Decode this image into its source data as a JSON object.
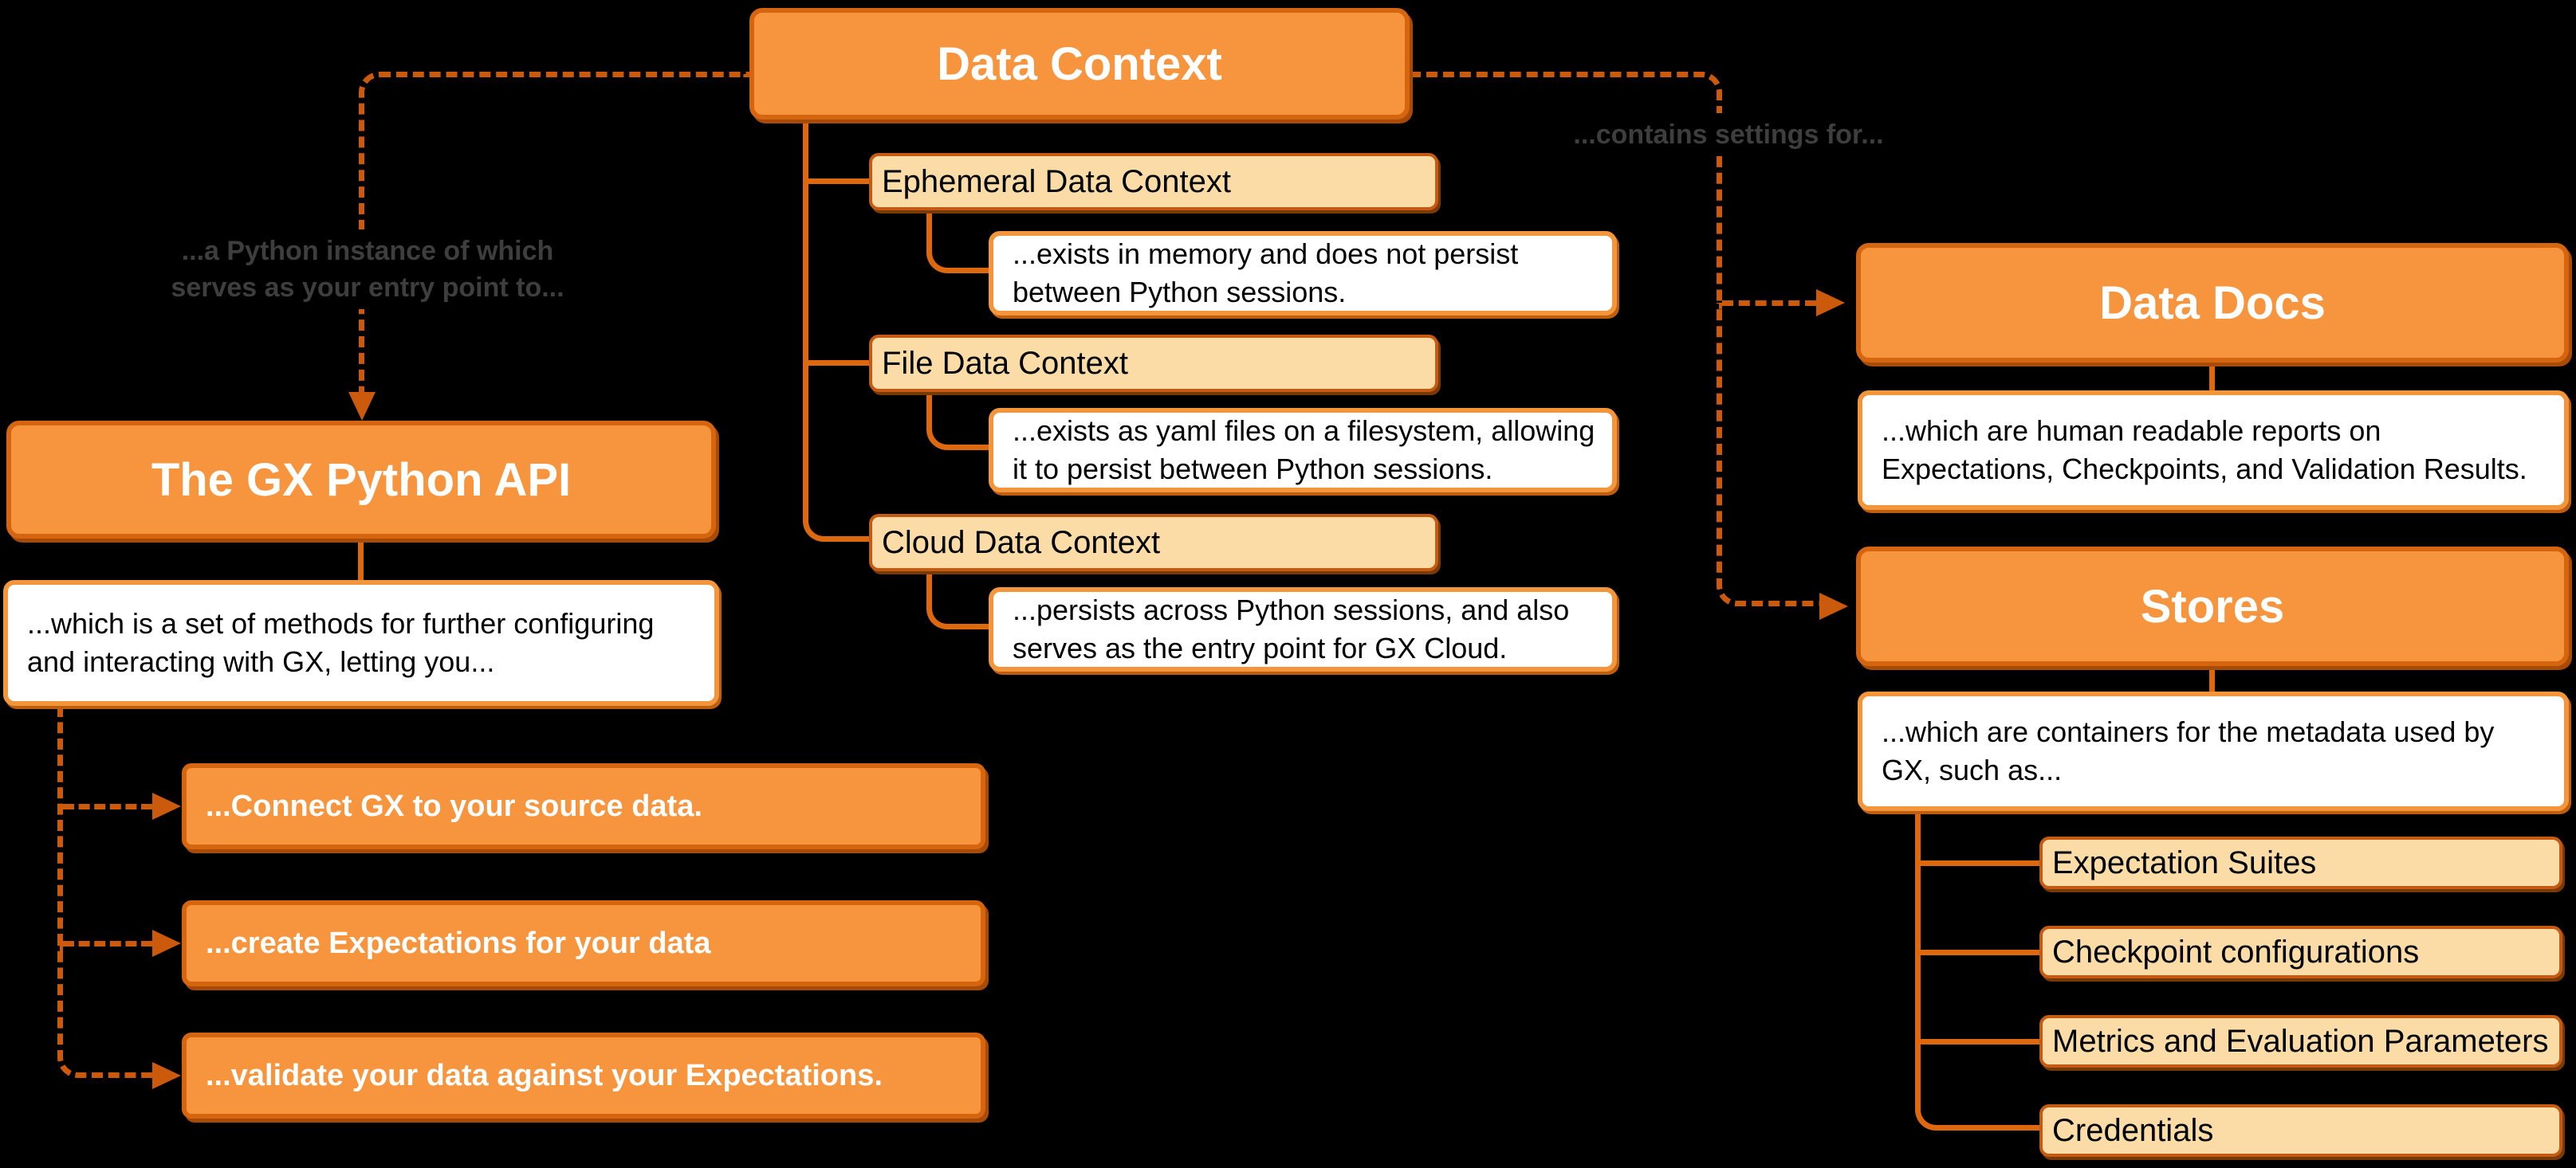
{
  "diagram": {
    "colors": {
      "background": "#000000",
      "node_fill": "#F7953E",
      "node_border": "#D6650F",
      "peach_fill": "#FCDCA6",
      "peach_border": "#C55A12",
      "white_fill": "#FFFFFF",
      "white_border": "#F2953B",
      "solid_connector": "#DD680E",
      "dashed_connector": "#CC5A0C",
      "edge_label_gray": "#3E3E3E"
    },
    "nodes": {
      "data_context": {
        "label": "Data Context"
      },
      "gx_api": {
        "label": "The GX Python API"
      },
      "gx_api_desc": {
        "line1": "...which is a set of methods for further configuring",
        "line2": "and interacting with GX, letting you..."
      },
      "actions": [
        {
          "label": "...Connect GX to your source data."
        },
        {
          "label": "...create Expectations for your data"
        },
        {
          "label": "...validate your data against your Expectations."
        }
      ],
      "contexts": [
        {
          "label": "Ephemeral Data Context",
          "desc1": "...exists in memory and does not persist",
          "desc2": "between Python sessions."
        },
        {
          "label": "File Data Context",
          "desc1": "...exists as yaml files on a filesystem, allowing",
          "desc2": "it to persist between Python sessions."
        },
        {
          "label": "Cloud Data Context",
          "desc1": "...persists across Python sessions, and also",
          "desc2": "serves as the entry point for GX Cloud."
        }
      ],
      "data_docs": {
        "label": "Data Docs",
        "desc1": "...which are human readable reports on",
        "desc2": "Expectations, Checkpoints, and Validation Results."
      },
      "stores": {
        "label": "Stores",
        "desc1": "...which are containers for the metadata used by",
        "desc2": "GX, such as..."
      },
      "store_items": [
        {
          "label": "Expectation Suites"
        },
        {
          "label": "Checkpoint configurations"
        },
        {
          "label": "Metrics and Evaluation Parameters"
        },
        {
          "label": "Credentials"
        }
      ]
    },
    "edge_labels": {
      "python_instance_line1": "...a Python instance of which",
      "python_instance_line2": "serves as your entry point to...",
      "contains_settings": "...contains settings for..."
    }
  }
}
